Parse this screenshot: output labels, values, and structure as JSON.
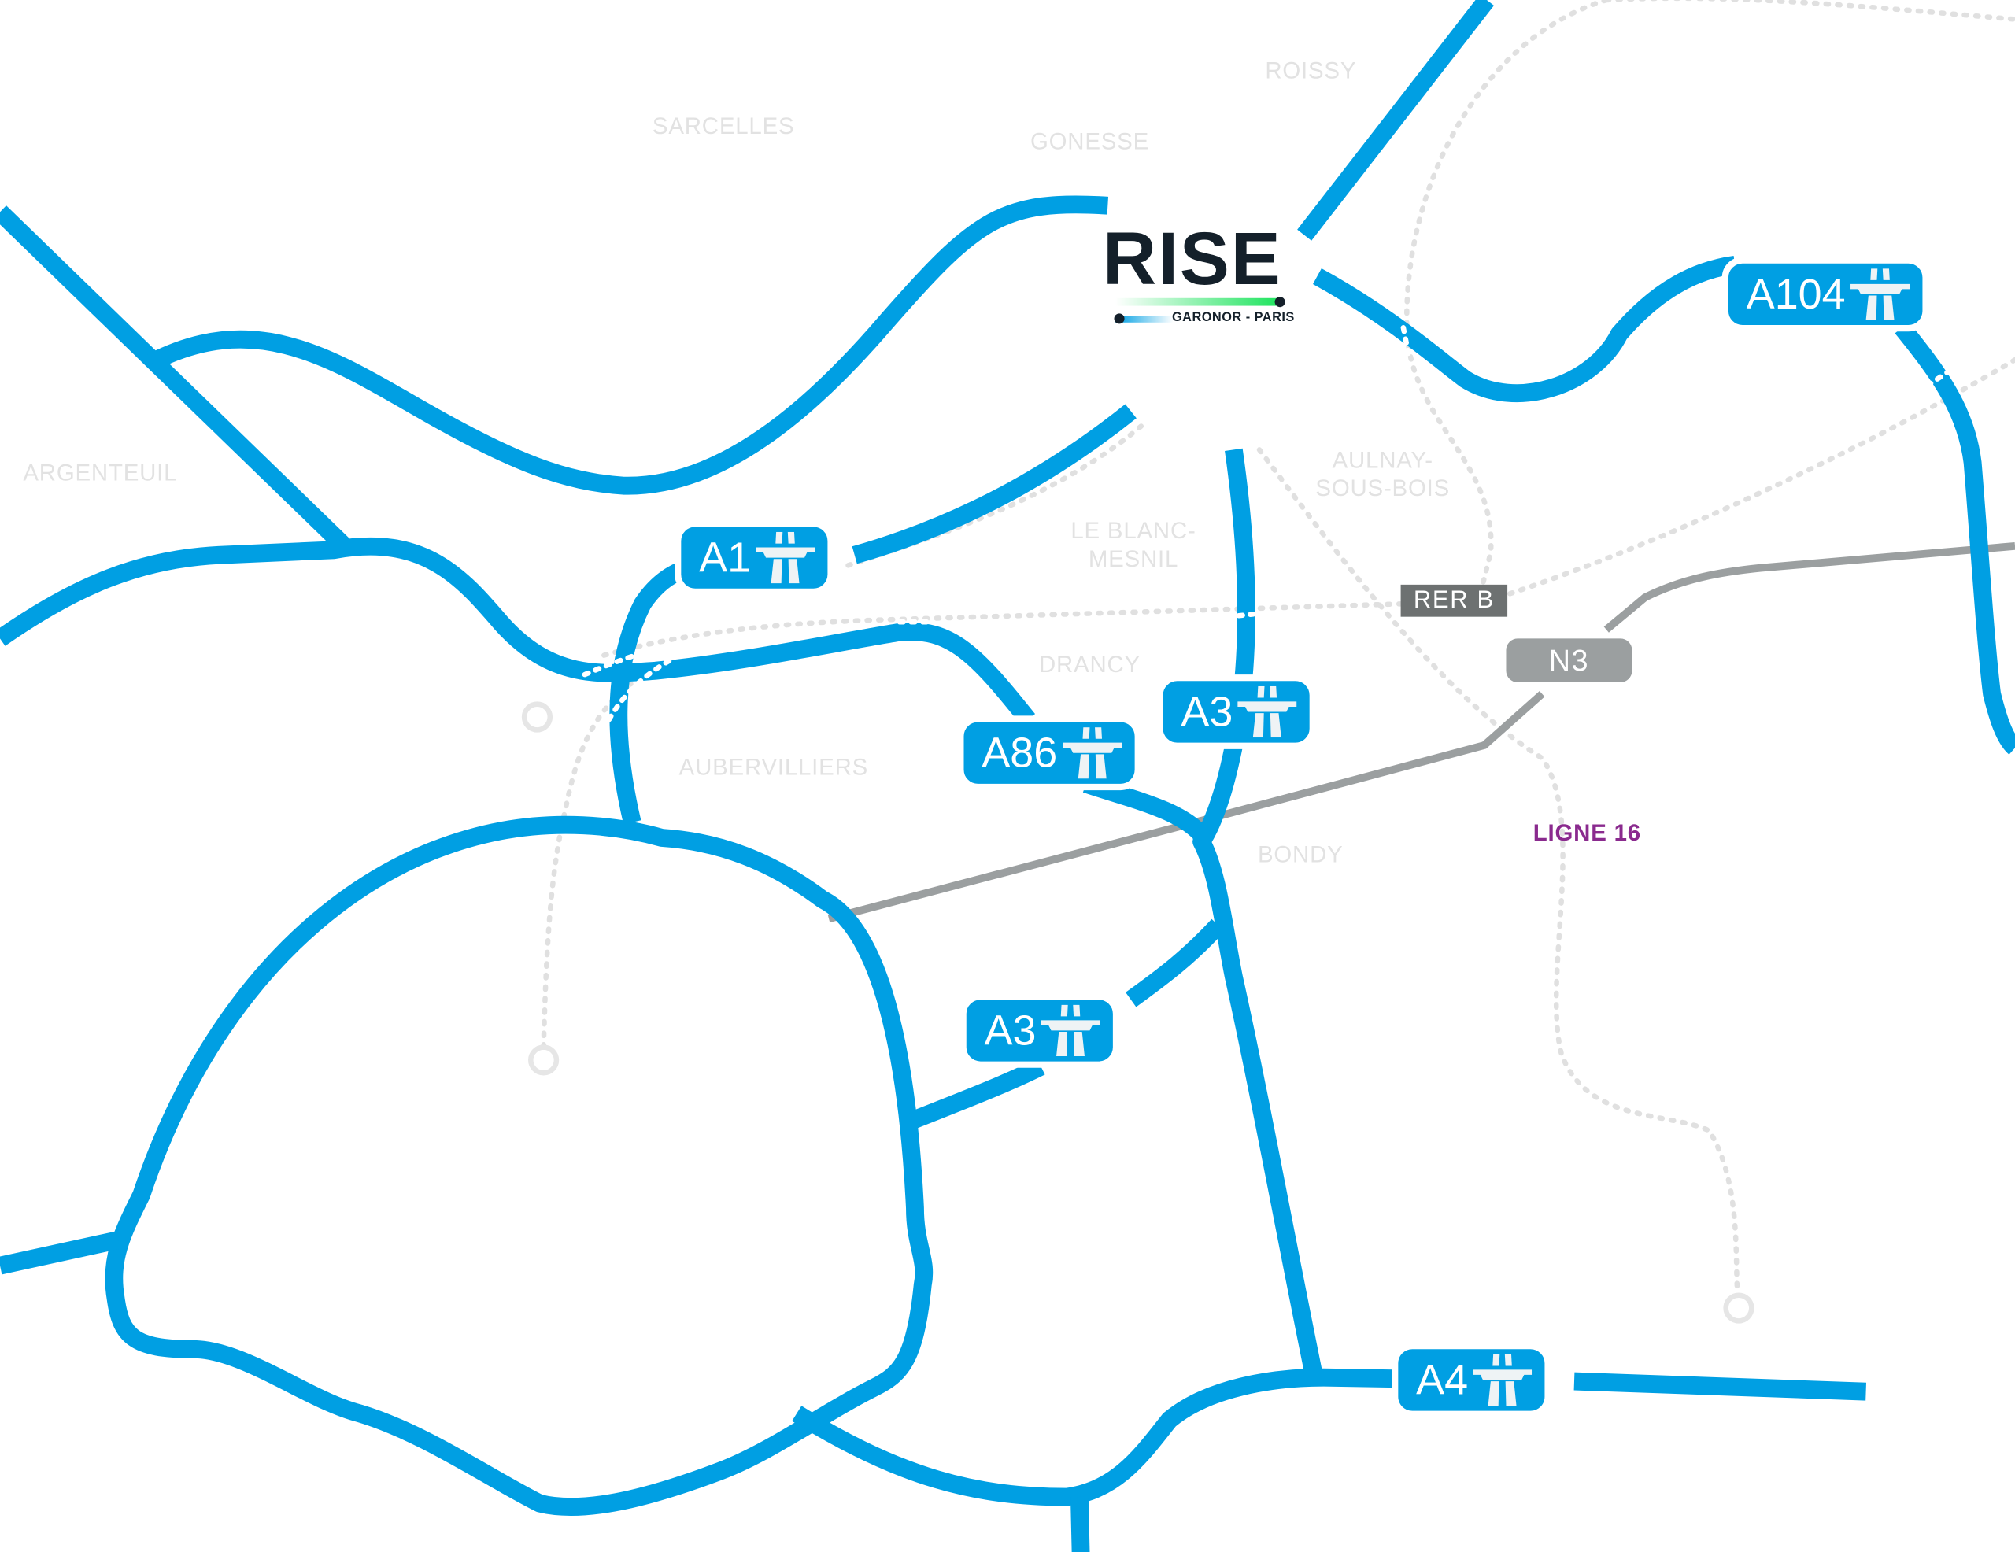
{
  "brand": {
    "name": "RISE",
    "tagline": "GARONOR - PARIS",
    "accent_green": "#19e35a",
    "accent_blue": "#009fe3"
  },
  "towns": {
    "roissy": "ROISSY",
    "sarcelles": "SARCELLES",
    "gonesse": "GONESSE",
    "argenteuil": "ARGENTEUIL",
    "aulnay_1": "AULNAY-",
    "aulnay_2": "SOUS-BOIS",
    "blanc_mesnil_1": "LE BLANC-",
    "blanc_mesnil_2": "MESNIL",
    "drancy": "DRANCY",
    "aubervilliers": "AUBERVILLIERS",
    "bondy": "BONDY"
  },
  "highways": {
    "a1": "A1",
    "a104": "A104",
    "a3_north": "A3",
    "a86": "A86",
    "a3_south": "A3",
    "a4": "A4",
    "icon": "motorway-icon"
  },
  "other_routes": {
    "rer_b": "RER B",
    "n3": "N3",
    "ligne_16": "LIGNE 16"
  },
  "colors": {
    "motorway": "#009fe3",
    "national": "#9b9fa0",
    "rer": "#6d7171",
    "ligne16": "#8a2a8e"
  }
}
